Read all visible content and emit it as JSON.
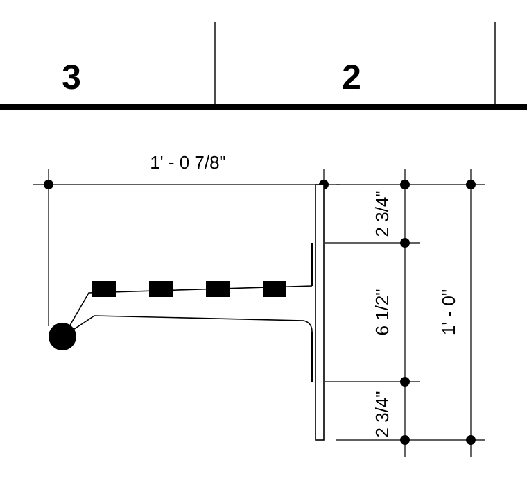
{
  "header": {
    "columns": [
      {
        "label": "3"
      },
      {
        "label": "2"
      }
    ]
  },
  "dimensions": {
    "width_overall": "1' - 0 7/8\"",
    "top_segment": "2 3/4\"",
    "middle_segment": "6 1/2\"",
    "bottom_segment": "2 3/4\"",
    "height_overall": "1' - 0\""
  },
  "colors": {
    "ink": "#000000",
    "paper": "#ffffff"
  }
}
